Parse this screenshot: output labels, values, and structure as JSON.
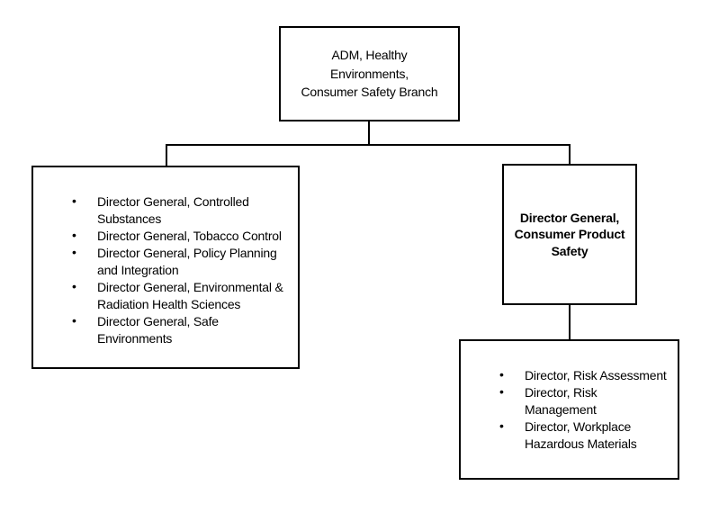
{
  "colors": {
    "background": "#ffffff",
    "box_border": "#000000",
    "connector": "#000000",
    "text": "#000000"
  },
  "icons": {
    "bullet": "•"
  },
  "nodes": {
    "root": {
      "lines": [
        "ADM, Healthy",
        "Environments,",
        "Consumer Safety Branch"
      ]
    },
    "director_generals": {
      "items": [
        {
          "lines": [
            "Director General, Controlled",
            "Substances"
          ]
        },
        {
          "lines": [
            "Director General, Tobacco Control"
          ]
        },
        {
          "lines": [
            "Director General, Policy Planning",
            "and Integration"
          ]
        },
        {
          "lines": [
            "Director General, Environmental &",
            "Radiation Health Sciences"
          ]
        },
        {
          "lines": [
            "Director General, Safe",
            "Environments"
          ]
        }
      ]
    },
    "dg_consumer_product_safety": {
      "lines": [
        "Director General,",
        "Consumer Product",
        "Safety"
      ]
    },
    "directors": {
      "items": [
        {
          "lines": [
            "Director, Risk Assessment"
          ]
        },
        {
          "lines": [
            "Director, Risk",
            "Management"
          ]
        },
        {
          "lines": [
            "Director, Workplace",
            "Hazardous Materials"
          ]
        }
      ]
    }
  }
}
